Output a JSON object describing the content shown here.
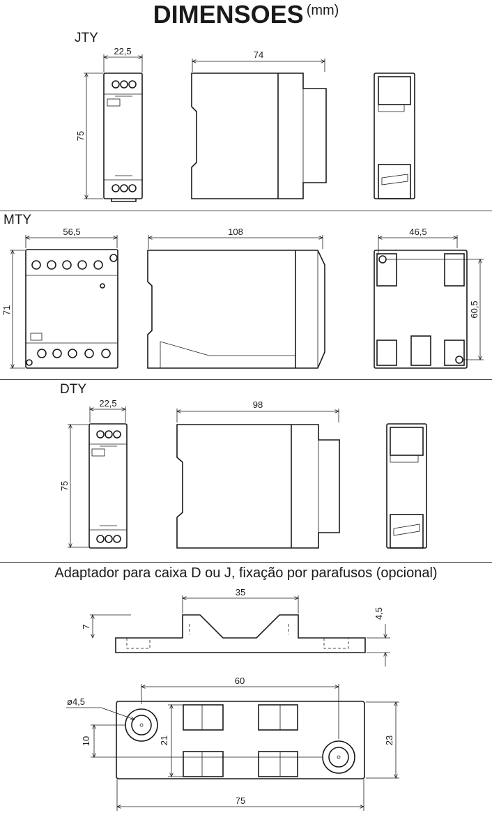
{
  "title": {
    "main": "DIMENSOES",
    "unit": "(mm)"
  },
  "sections": {
    "jty": {
      "label": "JTY",
      "width": "22,5",
      "depth": "74",
      "height": "75"
    },
    "mty": {
      "label": "MTY",
      "width": "56,5",
      "depth": "108",
      "height": "71",
      "side_width": "46,5",
      "side_height": "60,5"
    },
    "dty": {
      "label": "DTY",
      "width": "22,5",
      "depth": "98",
      "height": "75"
    },
    "adapter": {
      "caption": "Adaptador para caixa D ou J, fixação por parafusos (opcional)",
      "top_width": "35",
      "height_left": "7",
      "height_right": "4,5",
      "hole_spacing": "60",
      "hole_diameter": "ø4,5",
      "hole_offset": "10",
      "inner_height": "21",
      "outer_height": "23",
      "total_length": "75"
    }
  }
}
